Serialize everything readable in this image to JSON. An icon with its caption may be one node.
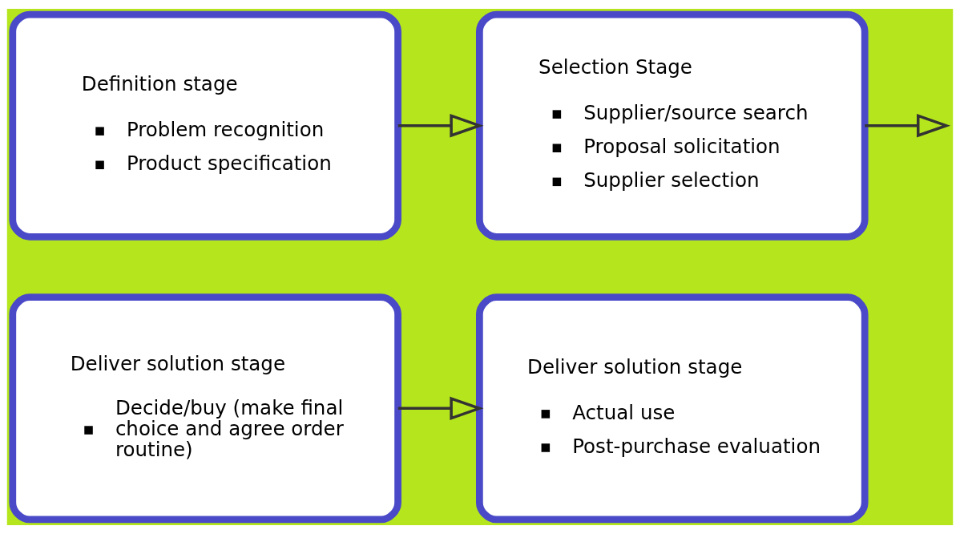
{
  "diagram": {
    "nodes": [
      {
        "text": [
          "Definition stage",
          "Problem recognition",
          "Product specification"
        ]
      },
      {
        "text": [
          "Selection Stage",
          "Supplier/source search",
          "Proposal solicitation",
          "Supplier selection"
        ]
      },
      {
        "text": [
          "Deliver solution stage",
          "Decide/buy (make final choice and agree order routine)"
        ]
      },
      {
        "text": [
          "Deliver solution stage",
          "Actual use",
          "Post-purchase evaluation"
        ]
      }
    ],
    "edges": [
      {
        "from": 0,
        "to": 1,
        "arrow": "to"
      },
      {
        "from": 1,
        "to": null,
        "arrow": "to"
      },
      {
        "from": 2,
        "to": 3,
        "arrow": "to"
      }
    ]
  }
}
